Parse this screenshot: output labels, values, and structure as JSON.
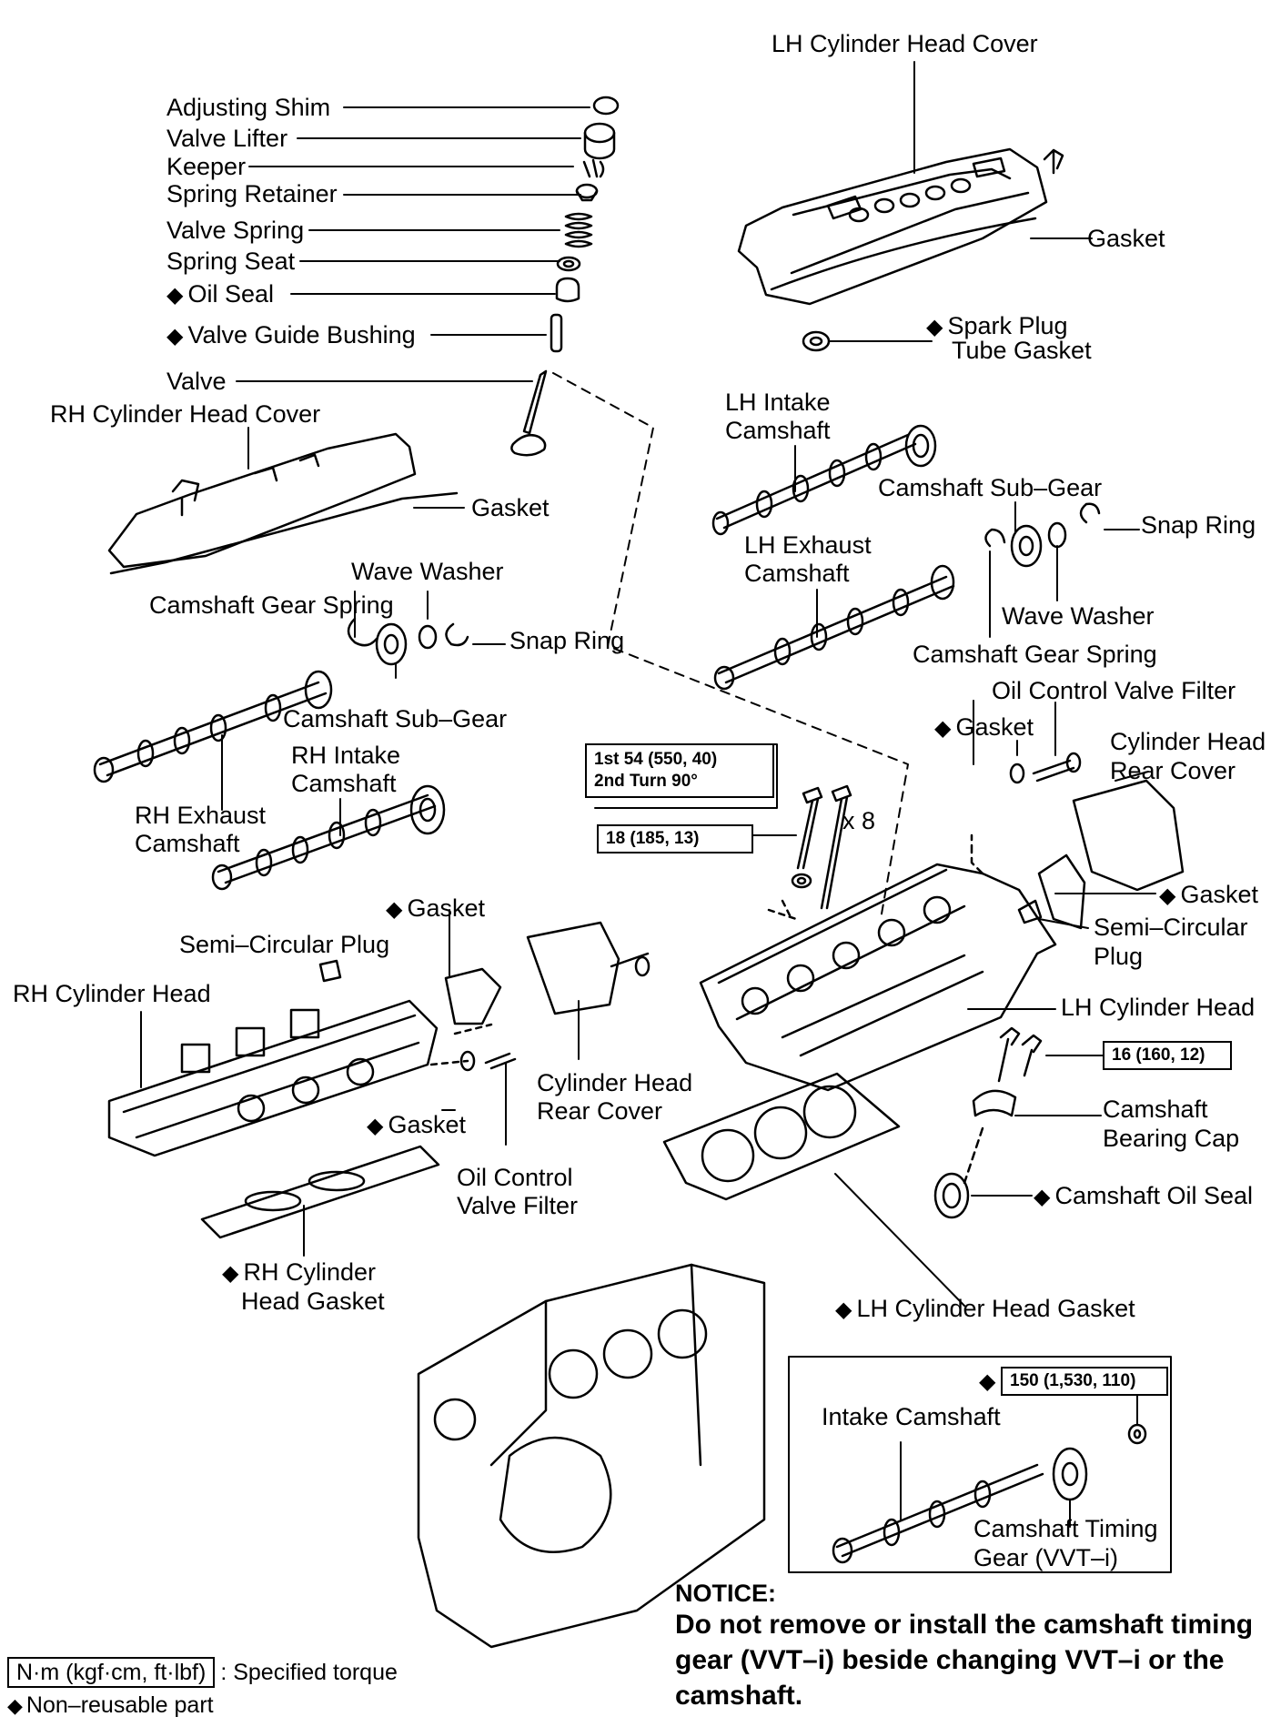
{
  "labels": {
    "lh_cover": "LH Cylinder Head Cover",
    "adj_shim": "Adjusting Shim",
    "valve_lifter": "Valve Lifter",
    "keeper": "Keeper",
    "spring_retainer": "Spring Retainer",
    "valve_spring": "Valve Spring",
    "spring_seat": "Spring Seat",
    "oil_seal": "Oil Seal",
    "valve_guide": "Valve Guide Bushing",
    "valve": "Valve",
    "rh_cover": "RH Cylinder Head Cover",
    "gasket_rh_cover": "Gasket",
    "gasket_lh_cover": "Gasket",
    "spark_plug_1": "Spark Plug",
    "spark_plug_2": "Tube Gasket",
    "lh_intake_1": "LH Intake",
    "lh_intake_2": "Camshaft",
    "cam_sub_gear_lh": "Camshaft Sub–Gear",
    "snap_ring_lh": "Snap Ring",
    "lh_exhaust_1": "LH Exhaust",
    "lh_exhaust_2": "Camshaft",
    "wave_washer_lh": "Wave Washer",
    "cam_gear_spring_lh": "Camshaft Gear Spring",
    "wave_washer_rh": "Wave Washer",
    "cam_gear_spring_rh": "Camshaft Gear Spring",
    "snap_ring_rh": "Snap Ring",
    "cam_sub_gear_rh": "Camshaft Sub–Gear",
    "ocv_filter_lh": "Oil Control Valve Filter",
    "gasket_ocv_lh": "Gasket",
    "chrc_lh_1": "Cylinder Head",
    "chrc_lh_2": "Rear Cover",
    "rh_exhaust_1": "RH Exhaust",
    "rh_exhaust_2": "Camshaft",
    "rh_intake_1": "RH Intake",
    "rh_intake_2": "Camshaft",
    "x8": "x 8",
    "gasket_rear_lh": "Gasket",
    "semi_plug_lh_1": "Semi–Circular",
    "semi_plug_lh_2": "Plug",
    "gasket_rear_rh": "Gasket",
    "semi_plug_rh": "Semi–Circular Plug",
    "rh_head": "RH Cylinder Head",
    "lh_head": "LH Cylinder Head",
    "gasket_ocv_rh": "Gasket",
    "chrc_rh_1": "Cylinder Head",
    "chrc_rh_2": "Rear Cover",
    "cam_bearing_1": "Camshaft",
    "cam_bearing_2": "Bearing Cap",
    "ocv_rh_1": "Oil Control",
    "ocv_rh_2": "Valve Filter",
    "cam_oil_seal": "Camshaft Oil Seal",
    "rh_head_gasket_1": "RH Cylinder",
    "rh_head_gasket_2": "Head Gasket",
    "lh_head_gasket": "LH Cylinder Head Gasket",
    "intake_cam": "Intake Camshaft",
    "vvt_1": "Camshaft Timing",
    "vvt_2": "Gear (VVT–i)"
  },
  "torque": {
    "bolt_1st": "1st 54 (550, 40)",
    "bolt_2nd": "2nd Turn 90°",
    "t18": "18 (185, 13)",
    "t16": "16 (160, 12)",
    "t150": "150 (1,530, 110)"
  },
  "notice": {
    "heading": "NOTICE:",
    "body": "Do not remove or install the camshaft timing gear (VVT–i) beside changing VVT–i or the camshaft."
  },
  "legend": {
    "unit_box": "N·m (kgf·cm, ft·lbf)",
    "unit_text": ": Specified torque",
    "nonreusable": "Non–reusable part",
    "diamond": "◆"
  }
}
